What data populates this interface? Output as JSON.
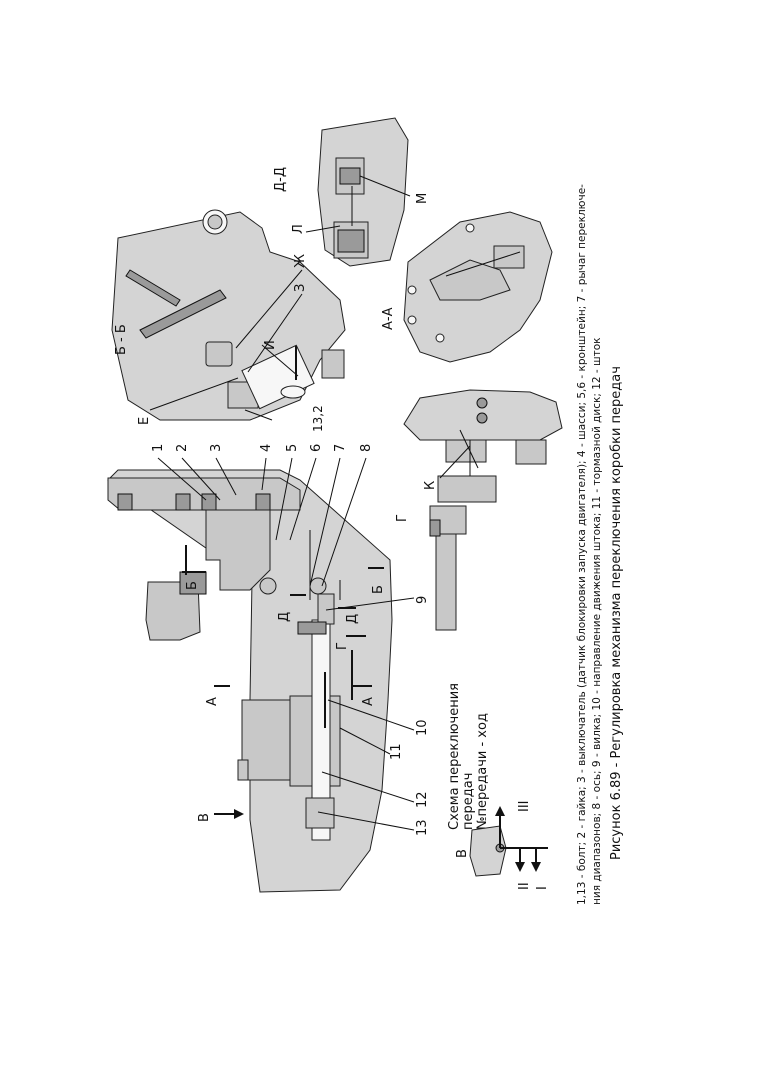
{
  "figure": {
    "caption_line1": "1,13 - болт; 2 - гайка; 3 - выключатель (датчик блокировки запуска двигателя); 4 - шасси; 5,6 - кронштейн; 7 - рычаг переключе-",
    "caption_line2": "ния диапазонов; 8 - ось; 9 - вилка; 10 - направление движения штока; 11 - тормазной диск; 12 - шток",
    "title": "Рисунок 6.89 - Регулировка механизма переключения коробки передач"
  },
  "views": {
    "bb": "Б - Б",
    "dd": "Д-Д",
    "aa": "А-А",
    "g": "Г",
    "v": "В"
  },
  "scheme": {
    "line1": "Схема переключения",
    "line2": "передач",
    "line3": "№передачи - ход",
    "gear_I": "I",
    "gear_II": "II",
    "gear_III": "III"
  },
  "callouts": {
    "n1": "1",
    "n2": "2",
    "n3": "3",
    "n4": "4",
    "n5": "5",
    "n6": "6",
    "n7": "7",
    "n8": "8",
    "n9": "9",
    "n10": "10",
    "n11": "11",
    "n12": "12",
    "n13": "13",
    "E": "Е",
    "Zh": "Ж",
    "Z": "З",
    "I": "И",
    "L": "Л",
    "M": "М",
    "K": "К",
    "dim": "13,2",
    "sec_A1": "А",
    "sec_A2": "А",
    "sec_B1": "Б",
    "sec_B2": "Б",
    "sec_D1": "Д",
    "sec_D2": "Д",
    "sec_G": "Г",
    "arrow_V": "В"
  }
}
